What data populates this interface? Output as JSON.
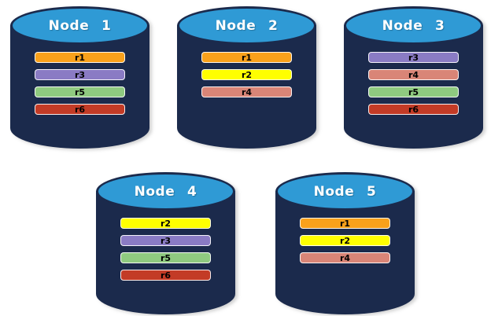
{
  "diagram": {
    "description": "database-nodes-replica-distribution"
  },
  "colors": {
    "cylinder_body": "#1B2A4C",
    "cylinder_top": "#2F9AD5",
    "bar_border": "#FFFFFF",
    "bar_text": "#000000",
    "title_text": "#FFFFFF",
    "replicas": {
      "r1": "#F9A11B",
      "r2": "#FFFF00",
      "r3": "#8A7BC4",
      "r4": "#D98577",
      "r5": "#8FCA80",
      "r6": "#C33B26"
    }
  },
  "nodes": [
    {
      "title": "Node 1",
      "replicas": [
        "r1",
        "r3",
        "r5",
        "r6"
      ]
    },
    {
      "title": "Node 2",
      "replicas": [
        "r1",
        "r2",
        "r4"
      ]
    },
    {
      "title": "Node 3",
      "replicas": [
        "r3",
        "r4",
        "r5",
        "r6"
      ]
    },
    {
      "title": "Node 4",
      "replicas": [
        "r2",
        "r3",
        "r5",
        "r6"
      ]
    },
    {
      "title": "Node 5",
      "replicas": [
        "r1",
        "r2",
        "r4"
      ]
    }
  ]
}
